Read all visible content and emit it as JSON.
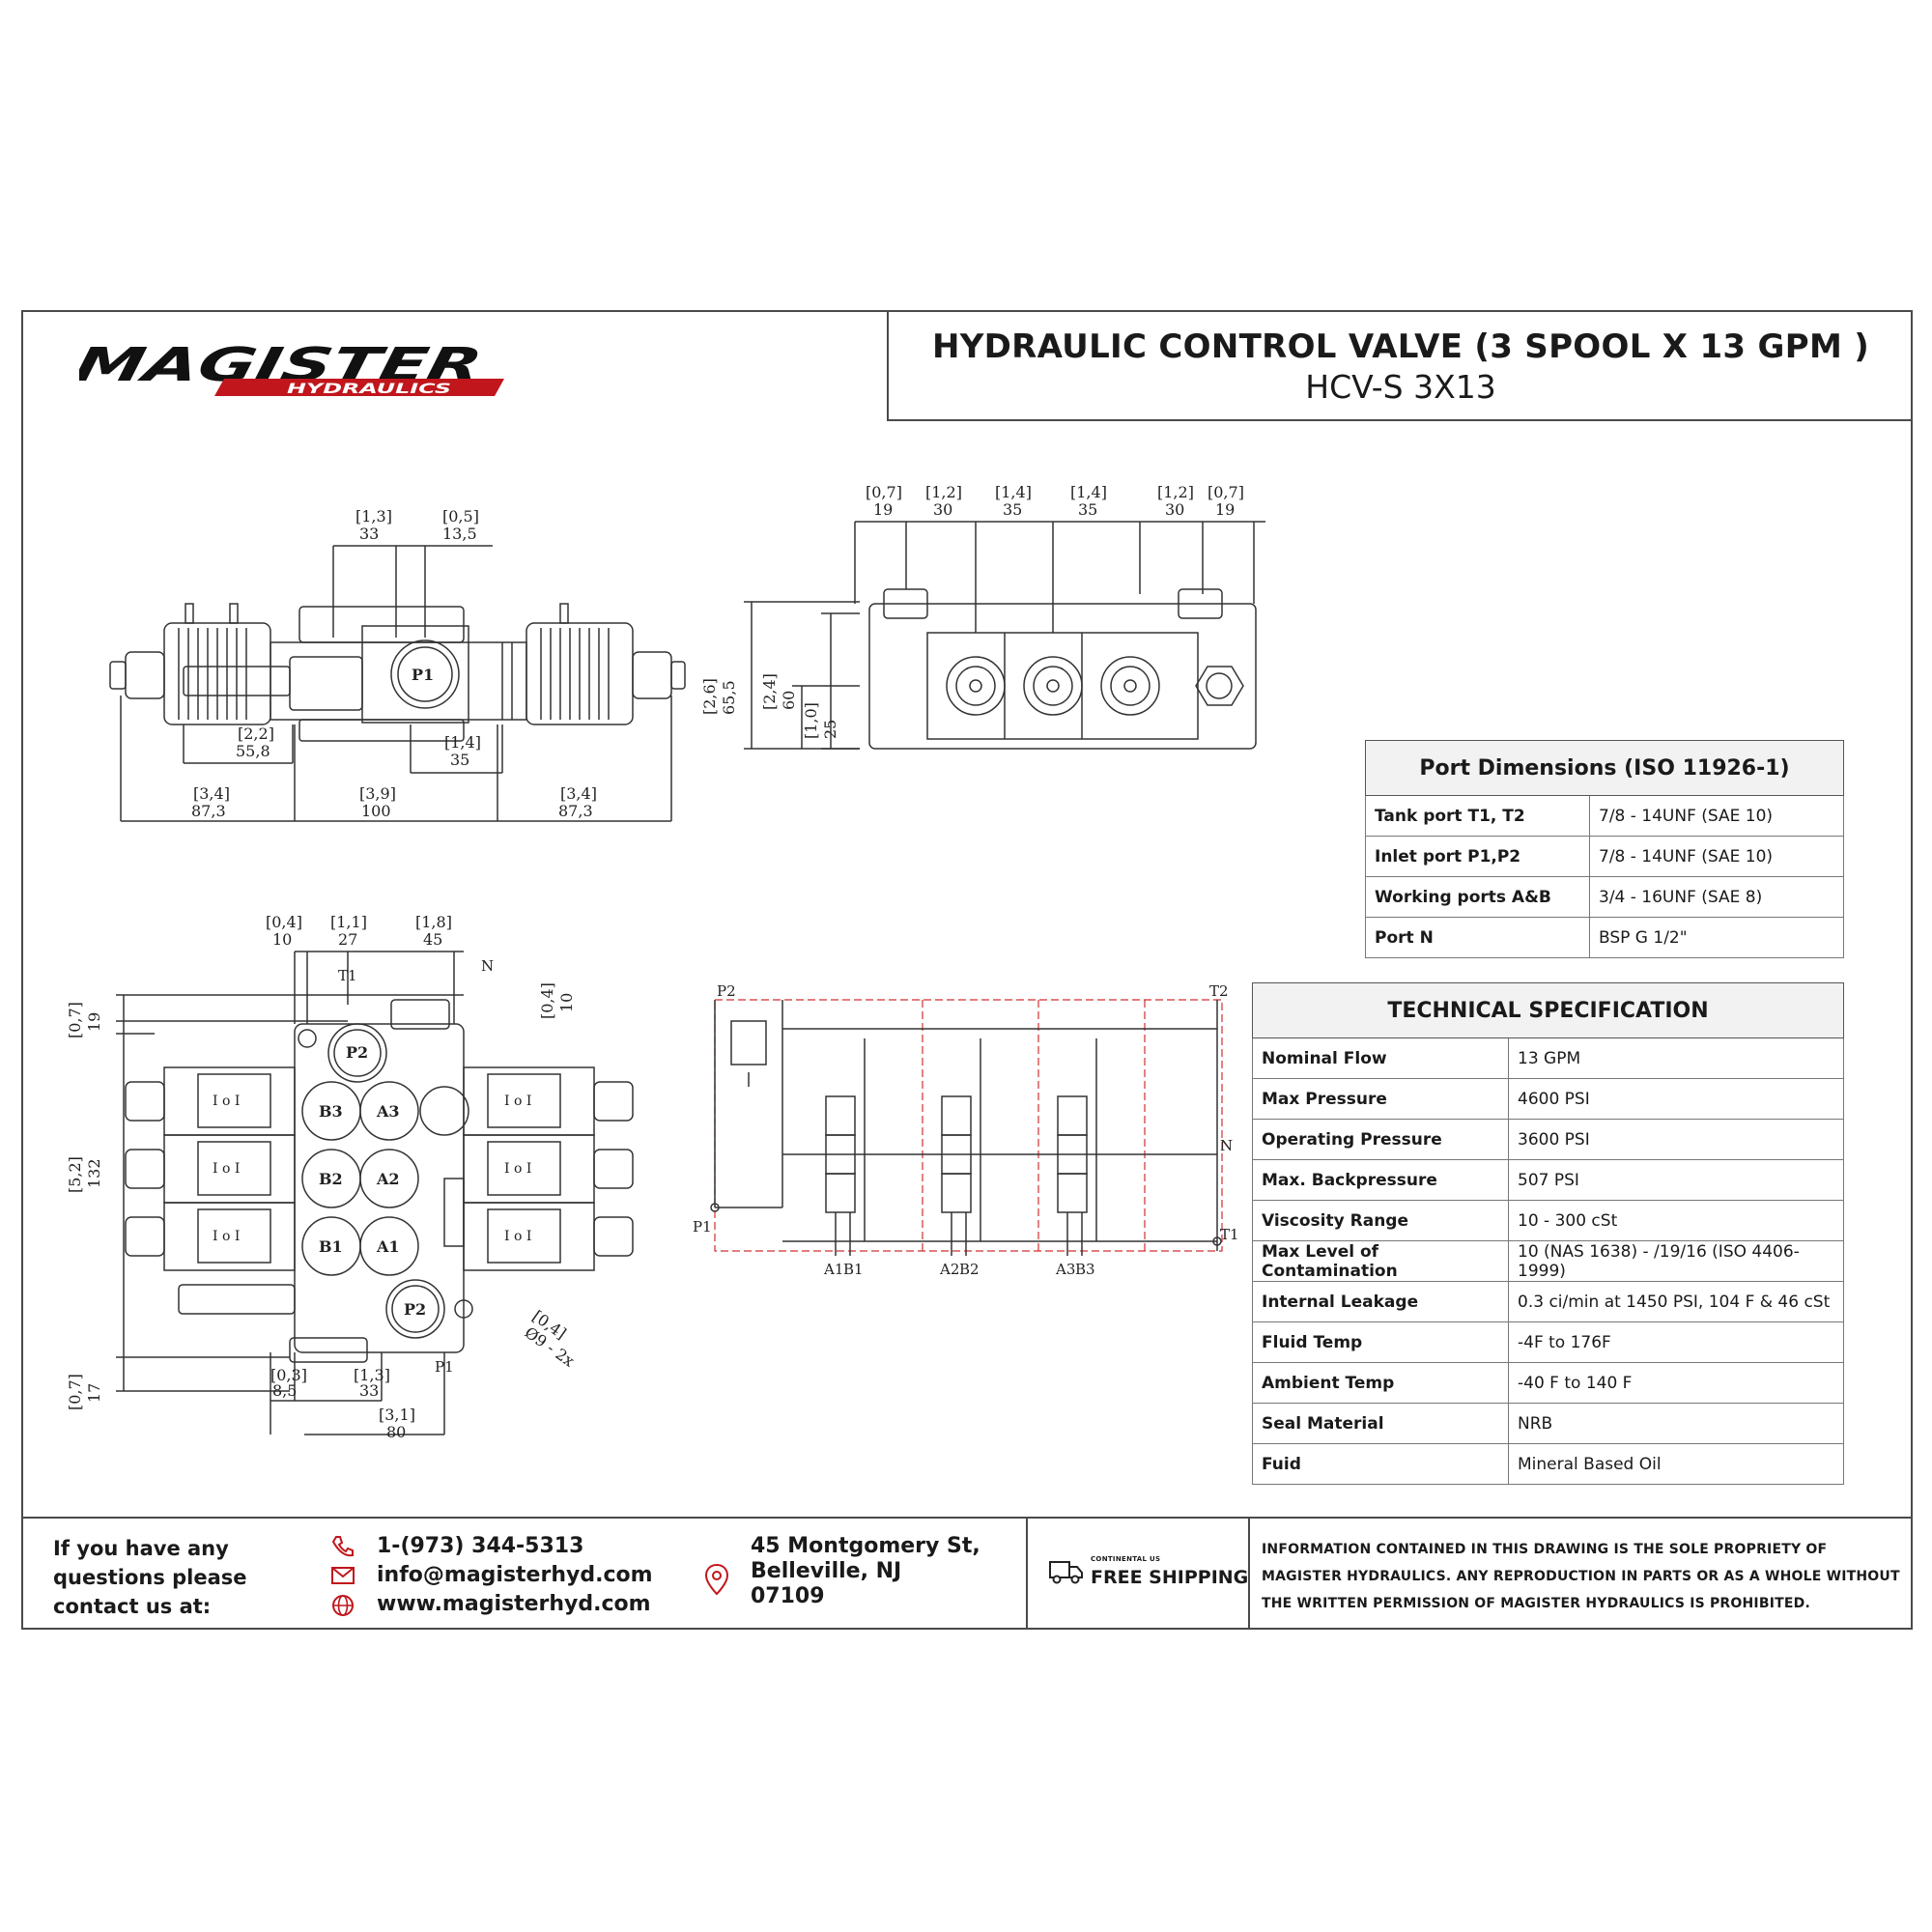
{
  "header": {
    "title": "HYDRAULIC CONTROL VALVE (3 SPOOL X 13 GPM )",
    "model": "HCV-S 3X13",
    "logo_text": "MAGISTER",
    "logo_subtext": "HYDRAULICS"
  },
  "port_dimensions": {
    "heading": "Port Dimensions (ISO 11926-1)",
    "rows": [
      {
        "label": "Tank port T1, T2",
        "value": "7/8 - 14UNF (SAE 10)"
      },
      {
        "label": "Inlet port P1,P2",
        "value": "7/8 - 14UNF (SAE 10)"
      },
      {
        "label": "Working ports A&B",
        "value": "3/4 - 16UNF (SAE 8)"
      },
      {
        "label": "Port N",
        "value": "BSP G 1/2\""
      }
    ]
  },
  "technical_specification": {
    "heading": "TECHNICAL SPECIFICATION",
    "rows": [
      {
        "label": "Nominal Flow",
        "value": "13 GPM"
      },
      {
        "label": "Max Pressure",
        "value": "4600 PSI"
      },
      {
        "label": "Operating Pressure",
        "value": "3600 PSI"
      },
      {
        "label": "Max. Backpressure",
        "value": "507 PSI"
      },
      {
        "label": "Viscosity Range",
        "value": "10 - 300 cSt"
      },
      {
        "label": "Max Level of Contamination",
        "value": "10 (NAS 1638) - /19/16 (ISO 4406-1999)"
      },
      {
        "label": "Internal Leakage",
        "value": "0.3 ci/min at 1450 PSI, 104 F & 46 cSt"
      },
      {
        "label": "Fluid Temp",
        "value": "-4F to 176F"
      },
      {
        "label": "Ambient Temp",
        "value": "-40 F to 140 F"
      },
      {
        "label": "Seal Material",
        "value": "NRB"
      },
      {
        "label": "Fuid",
        "value": "Mineral Based Oil"
      }
    ]
  },
  "drawing": {
    "top_view": {
      "upper_dims": [
        [
          "[1,3]",
          "33"
        ],
        [
          "[0,5]",
          "13,5"
        ]
      ],
      "port_label": "P1",
      "lower_dims": [
        [
          "[2,2]",
          "55,8"
        ],
        [
          "[1,4]",
          "35"
        ]
      ],
      "overall_dims": [
        [
          "[3,4]",
          "87,3"
        ],
        [
          "[3,9]",
          "100"
        ],
        [
          "[3,4]",
          "87,3"
        ]
      ]
    },
    "side_view": {
      "top_dims": [
        [
          "[0,7]",
          "19"
        ],
        [
          "[1,2]",
          "30"
        ],
        [
          "[1,4]",
          "35"
        ],
        [
          "[1,4]",
          "35"
        ],
        [
          "[1,2]",
          "30"
        ],
        [
          "[0,7]",
          "19"
        ]
      ],
      "height_dims": [
        [
          "[2,6]",
          "65,5"
        ],
        [
          "[2,4]",
          "60"
        ],
        [
          "[1,0]",
          "25"
        ]
      ]
    },
    "front_view": {
      "top_dims": [
        [
          "[0,4]",
          "10"
        ],
        [
          "[1,1]",
          "27"
        ],
        [
          "[1,8]",
          "45"
        ]
      ],
      "right_dim": [
        "[0,4]",
        "10"
      ],
      "left_dims": [
        [
          "[0,7]",
          "19"
        ],
        [
          "[5,2]",
          "132"
        ],
        [
          "[0,7]",
          "17"
        ]
      ],
      "bottom_dims": [
        [
          "[0,3]",
          "8,5"
        ],
        [
          "[1,3]",
          "33"
        ],
        [
          "[3,1]",
          "80"
        ]
      ],
      "hole_dim": [
        "[0,4]",
        "Ø9 - 2x"
      ],
      "labels": [
        "T1",
        "N",
        "P2",
        "B3",
        "A3",
        "B2",
        "A2",
        "B1",
        "A1",
        "P2",
        "P1"
      ],
      "coil_label": "I o I"
    },
    "schematic": {
      "labels": [
        "P2",
        "T2",
        "P1",
        "N",
        "T1",
        "A1",
        "B1",
        "A2",
        "B2",
        "A3",
        "B3"
      ]
    }
  },
  "footer": {
    "contact_prompt": "If you have any questions please contact us at:",
    "phone": "1-(973) 344-5313",
    "email": "info@magisterhyd.com",
    "website": "www.magisterhyd.com",
    "address_line1": "45 Montgomery St,",
    "address_line2": "Belleville, NJ",
    "address_line3": "07109",
    "shipping_small": "CONTINENTAL US",
    "shipping": "FREE SHIPPING",
    "legal": "INFORMATION CONTAINED IN THIS DRAWING IS THE SOLE PROPRIETY OF MAGISTER HYDRAULICS. ANY REPRODUCTION IN PARTS OR AS A WHOLE WITHOUT THE WRITTEN PERMISSION OF MAGISTER HYDRAULICS IS PROHIBITED."
  },
  "colors": {
    "accent_red": "#c0161c",
    "line": "#4a4a4a",
    "schematic_red": "#d03030"
  }
}
